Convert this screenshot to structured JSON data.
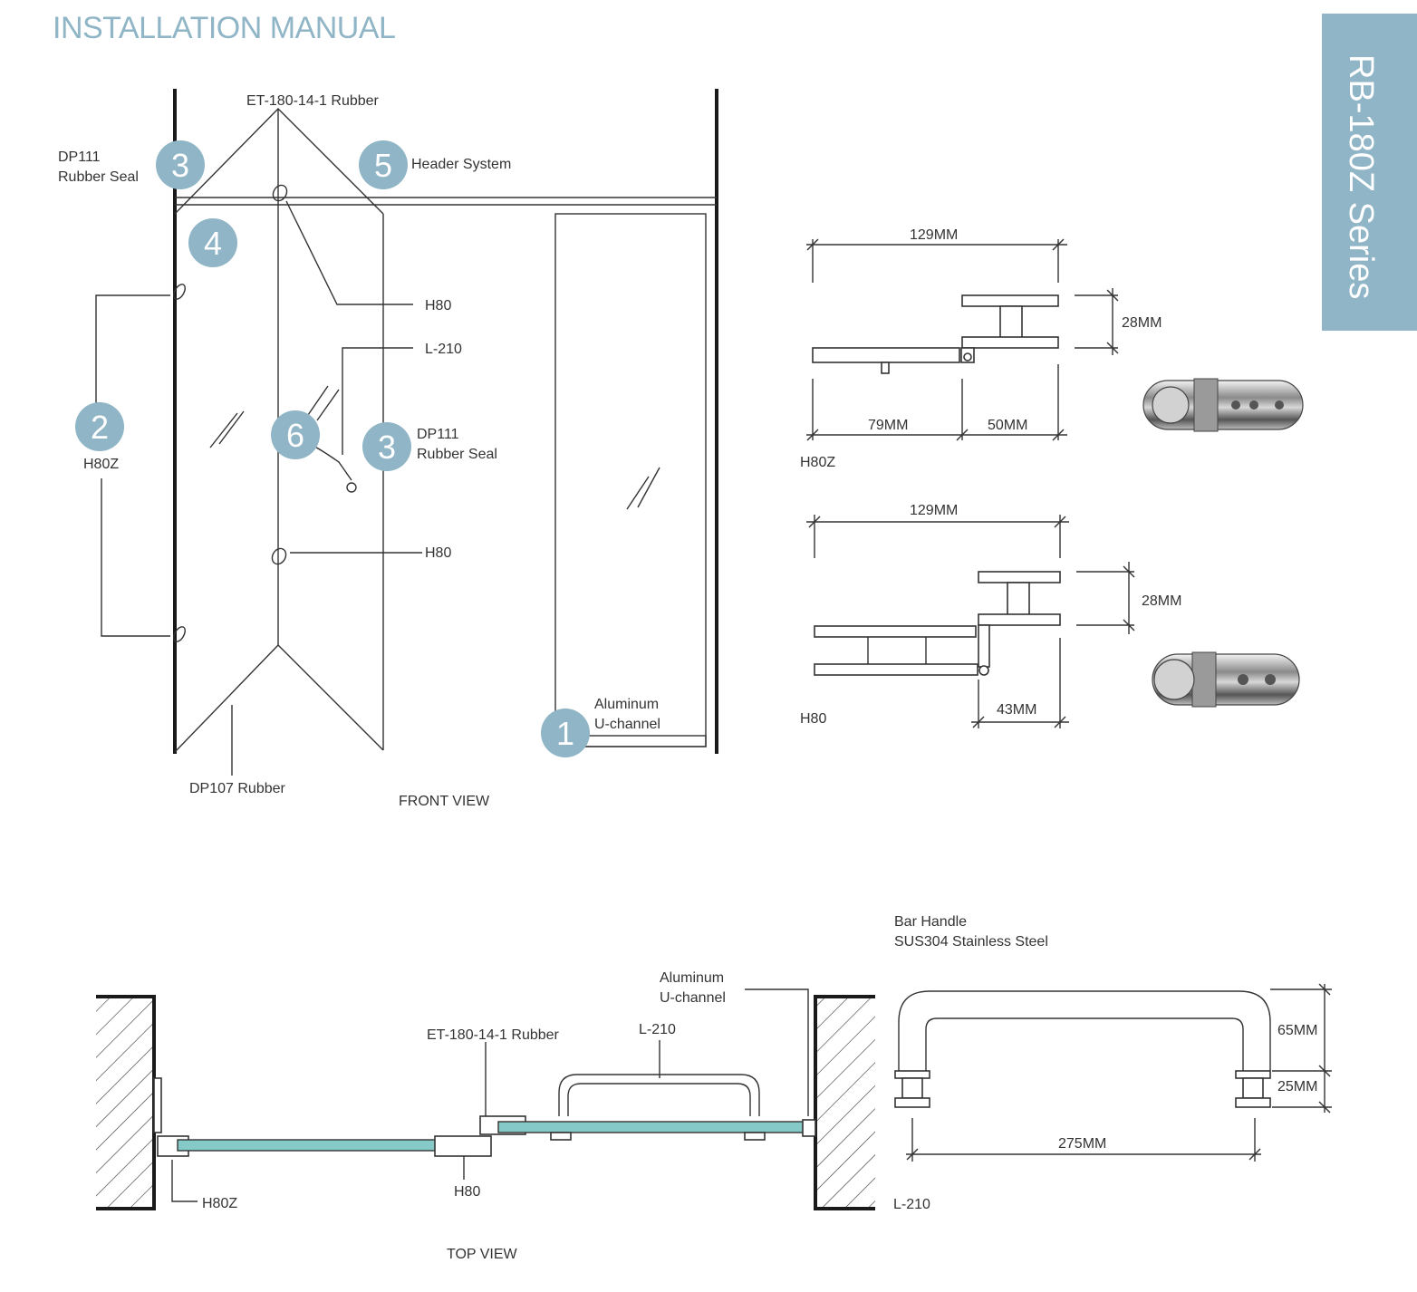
{
  "header": {
    "title": "INSTALLATION MANUAL",
    "series": "RB-180Z Series"
  },
  "colors": {
    "accent": "#8fb5c6",
    "glass": "#86c9c9",
    "line": "#333333"
  },
  "front_view": {
    "caption": "FRONT VIEW",
    "labels": {
      "top_rubber": "ET-180-14-1 Rubber",
      "seal_left_1": "DP111",
      "seal_left_2": "Rubber Seal",
      "header": "Header System",
      "h80_top": "H80",
      "l210": "L-210",
      "h80z": "H80Z",
      "seal_right_1": "DP111",
      "seal_right_2": "Rubber Seal",
      "h80_bottom": "H80",
      "channel_1": "Aluminum",
      "channel_2": "U-channel",
      "dp107": "DP107 Rubber"
    },
    "badges": [
      "3",
      "5",
      "4",
      "2",
      "6",
      "3",
      "1"
    ]
  },
  "hinge_h80z": {
    "name": "H80Z",
    "width": "129MM",
    "height": "28MM",
    "left": "79MM",
    "right": "50MM"
  },
  "hinge_h80": {
    "name": "H80",
    "width": "129MM",
    "height": "28MM",
    "offset": "43MM"
  },
  "top_view": {
    "caption": "TOP VIEW",
    "labels": {
      "channel_1": "Aluminum",
      "channel_2": "U-channel",
      "rubber": "ET-180-14-1 Rubber",
      "l210": "L-210",
      "h80z": "H80Z",
      "h80": "H80"
    }
  },
  "bar_handle": {
    "title_1": "Bar Handle",
    "title_2": "SUS304 Stainless Steel",
    "height": "65MM",
    "foot": "25MM",
    "width": "275MM",
    "model": "L-210"
  }
}
